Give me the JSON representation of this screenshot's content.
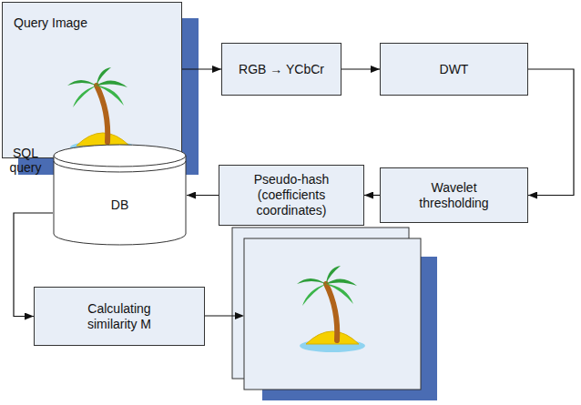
{
  "diagram": {
    "nodes": [
      {
        "text": [
          "Query Image"
        ]
      },
      {
        "text": [
          "RGB → YCbCr"
        ]
      },
      {
        "text": [
          "DWT"
        ]
      },
      {
        "text": [
          "Wavelet thresholding"
        ]
      },
      {
        "text": [
          "Pseudo-hash (coefficients coordinates)"
        ]
      },
      {
        "text": [
          "DB"
        ]
      },
      {
        "text": [
          "Calculating similarity M"
        ]
      }
    ],
    "edges": [
      {
        "from": 0,
        "to": 1,
        "arrow": "to"
      },
      {
        "from": 1,
        "to": 2,
        "arrow": "to"
      },
      {
        "from": 2,
        "to": 3,
        "arrow": "to"
      },
      {
        "from": 3,
        "to": 4,
        "arrow": "to"
      },
      {
        "from": 4,
        "to": 5,
        "arrow": "to"
      },
      {
        "from": 5,
        "to": 6,
        "arrow": "to"
      }
    ],
    "labels": [
      "SQL query"
    ]
  }
}
